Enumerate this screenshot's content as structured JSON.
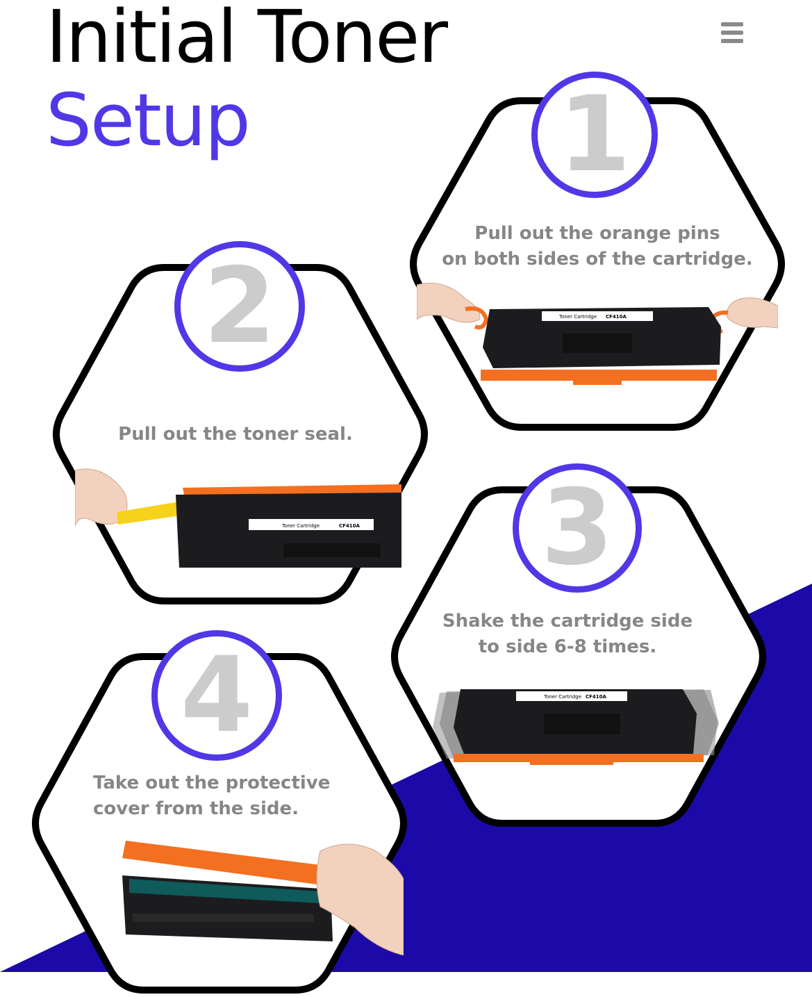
{
  "header": {
    "title_line1": "Initial Toner",
    "title_line2": "Setup"
  },
  "menu": {
    "icon": "hamburger-menu-icon"
  },
  "steps": [
    {
      "number": "1",
      "line1": "Pull out the orange pins",
      "line2": "on both sides of the cartridge."
    },
    {
      "number": "2",
      "line1": "Pull out the toner seal.",
      "line2": ""
    },
    {
      "number": "3",
      "line1": "Shake the cartridge side",
      "line2": "to side 6-8 times."
    },
    {
      "number": "4",
      "line1": "Take out the protective",
      "line2": "cover from the side."
    }
  ],
  "cartridge": {
    "label": "Toner Cartridge",
    "model": "CF410A"
  },
  "colors": {
    "accent": "#5038e6",
    "band": "#1b0aa8",
    "number_gray": "#cccccc",
    "text_gray": "#868686",
    "hex_outline": "#000000",
    "cartridge_black": "#1c1c1e",
    "cartridge_orange": "#f37021",
    "seal_yellow": "#f6d21b"
  }
}
